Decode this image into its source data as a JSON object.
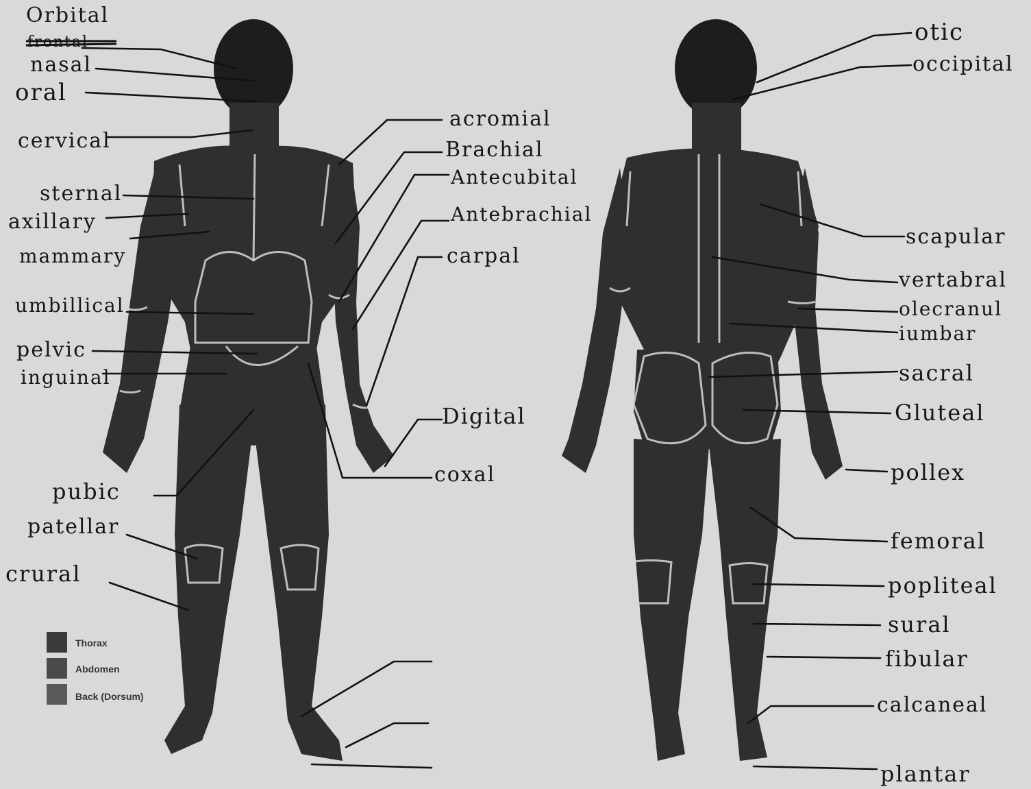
{
  "colors": {
    "paper": "#d9d9d7",
    "body": "#2f2f2f",
    "region_lines": "#d7d7d7",
    "ink": "#161616"
  },
  "anterior_labels": {
    "orbital": "Orbital",
    "frontal_crossed": "frontal",
    "nasal": "nasal",
    "oral": "oral",
    "cervical": "cervical",
    "sternal": "sternal",
    "axillary": "axillary",
    "mammary": "mammary",
    "umbilical": "umbillical",
    "pelvic": "pelvic",
    "inguinal": "inguinal",
    "pubic": "pubic",
    "patellar": "patellar",
    "crural": "crural",
    "acromial": "acromial",
    "brachial": "Brachial",
    "antecubital": "Antecubital",
    "antebrachial": "Antebrachial",
    "carpal": "carpal",
    "digital": "Digital",
    "coxal": "coxal"
  },
  "posterior_labels": {
    "otic": "otic",
    "occipital": "occipital",
    "scapular": "scapular",
    "vertebral": "vertabral",
    "olecranal": "olecranul",
    "lumbar": "iumbar",
    "sacral": "sacral",
    "gluteal": "Gluteal",
    "pollex": "pollex",
    "femoral": "femoral",
    "popliteal": "popliteal",
    "sural": "sural",
    "fibular": "fibular",
    "calcaneal": "calcaneal",
    "plantar": "plantar"
  },
  "legend": [
    {
      "label": "Thorax"
    },
    {
      "label": "Abdomen"
    },
    {
      "label": "Back (Dorsum)"
    }
  ]
}
